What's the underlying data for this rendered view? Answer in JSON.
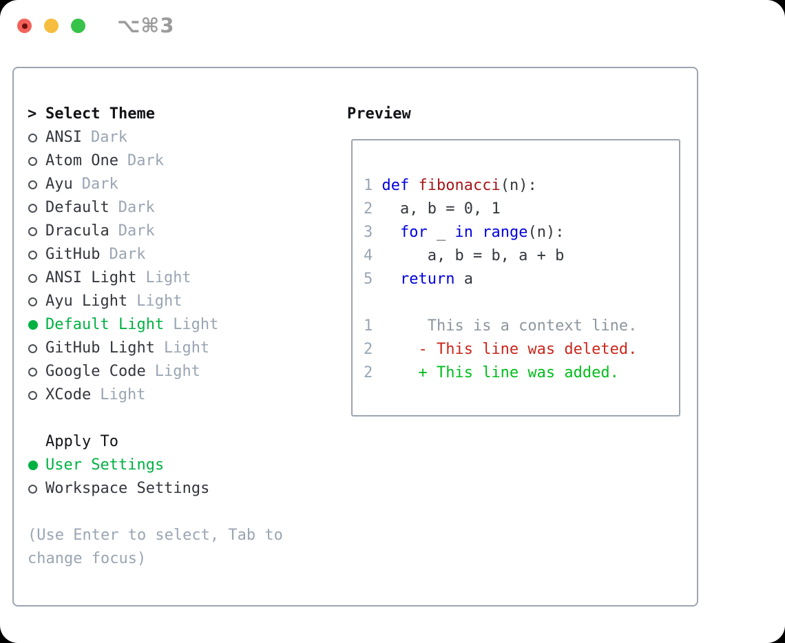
{
  "window": {
    "shortcut_label": "⌥⌘3"
  },
  "theme_selector": {
    "header": {
      "marker": ">",
      "label": "Select Theme"
    },
    "items": [
      {
        "name": "ANSI",
        "variant": "Dark",
        "selected": false
      },
      {
        "name": "Atom One",
        "variant": "Dark",
        "selected": false
      },
      {
        "name": "Ayu",
        "variant": "Dark",
        "selected": false
      },
      {
        "name": "Default",
        "variant": "Dark",
        "selected": false
      },
      {
        "name": "Dracula",
        "variant": "Dark",
        "selected": false
      },
      {
        "name": "GitHub",
        "variant": "Dark",
        "selected": false
      },
      {
        "name": "ANSI Light",
        "variant": "Light",
        "selected": false
      },
      {
        "name": "Ayu Light",
        "variant": "Light",
        "selected": false
      },
      {
        "name": "Default Light",
        "variant": "Light",
        "selected": true
      },
      {
        "name": "GitHub Light",
        "variant": "Light",
        "selected": false
      },
      {
        "name": "Google Code",
        "variant": "Light",
        "selected": false
      },
      {
        "name": "XCode",
        "variant": "Light",
        "selected": false
      }
    ],
    "apply_to": {
      "label": "Apply To",
      "options": [
        {
          "name": "User Settings",
          "selected": true
        },
        {
          "name": "Workspace Settings",
          "selected": false
        }
      ]
    },
    "hint": "(Use Enter to select, Tab to change focus)"
  },
  "preview": {
    "title": "Preview",
    "lines": [
      {
        "segments": [
          {
            "text": "1 ",
            "cls": "lineno"
          },
          {
            "text": "def",
            "cls": "keyword"
          },
          {
            "text": " ",
            "cls": "plain"
          },
          {
            "text": "fibonacci",
            "cls": "function"
          },
          {
            "text": "(n):",
            "cls": "plain"
          }
        ]
      },
      {
        "segments": [
          {
            "text": "2 ",
            "cls": "lineno"
          },
          {
            "text": "  a, b = 0, 1",
            "cls": "plain"
          }
        ]
      },
      {
        "segments": [
          {
            "text": "3 ",
            "cls": "lineno"
          },
          {
            "text": "  ",
            "cls": "plain"
          },
          {
            "text": "for",
            "cls": "keyword"
          },
          {
            "text": " _ ",
            "cls": "plain"
          },
          {
            "text": "in",
            "cls": "keyword"
          },
          {
            "text": " ",
            "cls": "plain"
          },
          {
            "text": "range",
            "cls": "keyword"
          },
          {
            "text": "(n):",
            "cls": "plain"
          }
        ]
      },
      {
        "segments": [
          {
            "text": "4 ",
            "cls": "lineno"
          },
          {
            "text": "     a, b = b, a + b",
            "cls": "plain"
          }
        ]
      },
      {
        "segments": [
          {
            "text": "5 ",
            "cls": "lineno"
          },
          {
            "text": "  ",
            "cls": "plain"
          },
          {
            "text": "return",
            "cls": "keyword"
          },
          {
            "text": " a",
            "cls": "plain"
          }
        ]
      },
      {
        "segments": []
      },
      {
        "segments": [
          {
            "text": "1 ",
            "cls": "lineno"
          },
          {
            "text": "     This is a context line.",
            "cls": "context"
          }
        ]
      },
      {
        "segments": [
          {
            "text": "2 ",
            "cls": "lineno"
          },
          {
            "text": "    - This line was deleted.",
            "cls": "deleted"
          }
        ]
      },
      {
        "segments": [
          {
            "text": "2 ",
            "cls": "lineno"
          },
          {
            "text": "    + This line was added.",
            "cls": "added"
          }
        ]
      }
    ]
  },
  "colors": {
    "text_dark": "#33363d",
    "muted": "#9aa5b3",
    "selection_green": "#00b142",
    "keyword_blue": "#0000e0",
    "function_red": "#a51616",
    "deleted_red": "#c9261b",
    "added_green": "#00bd1c",
    "context_gray": "#8d969e",
    "line_number_gray": "#9aa5b3",
    "panel_border": "#9ba4b0",
    "traffic_red": "#f4615a",
    "traffic_red_dot": "#6b100c",
    "traffic_yellow": "#f6bd40",
    "traffic_green": "#37c24a",
    "title_gray": "#9b9b9b"
  }
}
